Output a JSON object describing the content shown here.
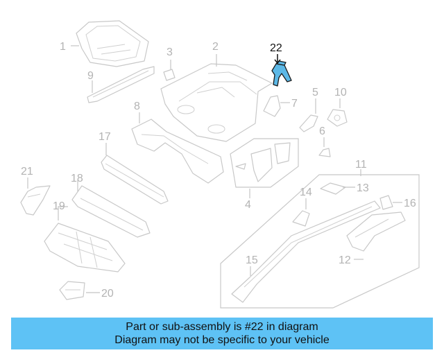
{
  "labels": {
    "p1": "1",
    "p2": "2",
    "p3": "3",
    "p4": "4",
    "p5": "5",
    "p6": "6",
    "p7": "7",
    "p8": "8",
    "p9": "9",
    "p10": "10",
    "p11": "11",
    "p12": "12",
    "p13": "13",
    "p14": "14",
    "p15": "15",
    "p16": "16",
    "p17": "17",
    "p18": "18",
    "p19": "19",
    "p20": "20",
    "p21": "21",
    "p22": "22"
  },
  "highlighted_part": "22",
  "caption": {
    "line1": "Part or sub-assembly is #22 in diagram",
    "line2": "Diagram may not be specific to your vehicle"
  },
  "colors": {
    "highlight_fill": "#5cb8e6",
    "caption_background": "#5ec2f5",
    "line_art": "#c8c8c8"
  }
}
